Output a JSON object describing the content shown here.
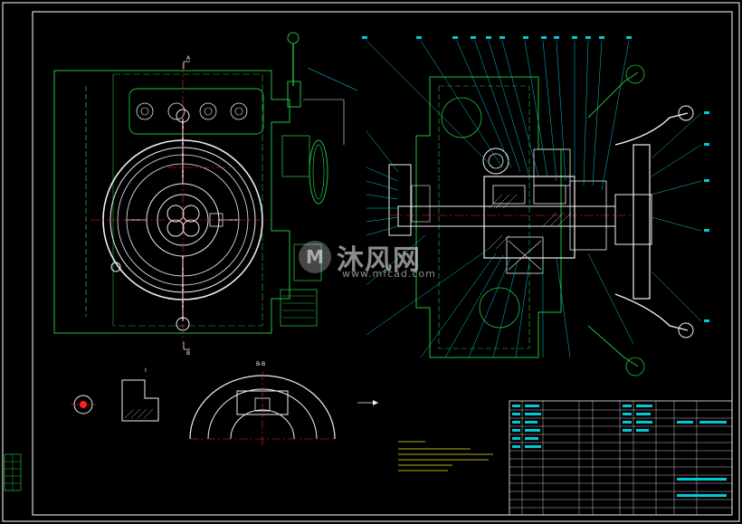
{
  "watermark": {
    "brand_cn": "沐风网",
    "url": "www.mfcad.com"
  },
  "colors": {
    "background": "#000000",
    "frame": "#ffffff",
    "cyan": "#00c8d8",
    "green": "#20c040",
    "red": "#ff2020",
    "white": "#f0f0f0",
    "yellow": "#e8e820",
    "magenta": "#d040d0"
  },
  "drawing_labels": {
    "view_mark_top": "A",
    "view_mark_bottom": "B",
    "detail_mark": "I",
    "section_mark": "B-B"
  }
}
